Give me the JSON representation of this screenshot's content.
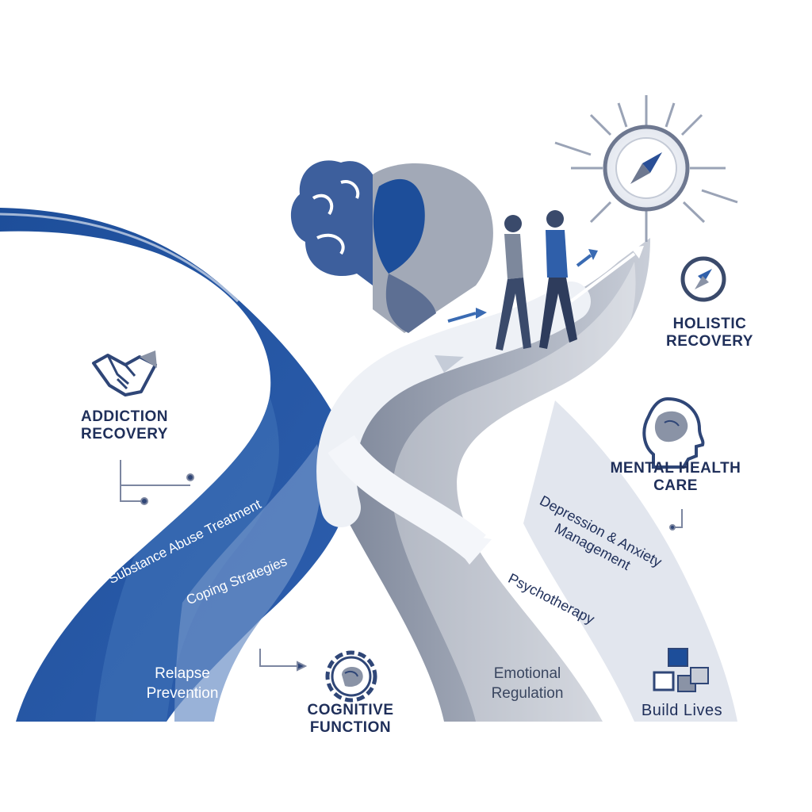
{
  "colors": {
    "deep_blue": "#1d4e9a",
    "mid_blue": "#3a6bb3",
    "light_blue": "#8fb0da",
    "gray": "#8a93a6",
    "light_gray": "#d9dee7",
    "navy_text": "#1f2f5a"
  },
  "labels": {
    "addiction_recovery": [
      "ADDICTION",
      "RECOVERY"
    ],
    "holistic_recovery": [
      "HOLISTIC",
      "RECOVERY"
    ],
    "mental_health_care": [
      "MENTAL HEALTH",
      "CARE"
    ],
    "cognitive_function": [
      "COGNITIVE",
      "FUNCTION"
    ],
    "build_lives": "Build Lives"
  },
  "path_texts": {
    "substance_abuse_treatment": "Substance Abuse Treatment",
    "coping_strategies": "Coping Strategies",
    "relapse_prevention": [
      "Relapse",
      "Prevention"
    ],
    "depression_anxiety": [
      "Depression & Anxiety",
      "Management"
    ],
    "psychotherapy": "Psychotherapy",
    "emotional_regulation": [
      "Emotional",
      "Regulation"
    ]
  },
  "icons": {
    "handshake": "handshake-icon",
    "compass_small": "compass-icon",
    "head_brain": "head-brain-icon",
    "gear_brain": "gear-brain-icon",
    "blocks": "blocks-icon",
    "brain_heart": "brain-heart-icon",
    "sun_compass": "sun-compass-icon",
    "people_walking": "people-walking-icon"
  }
}
